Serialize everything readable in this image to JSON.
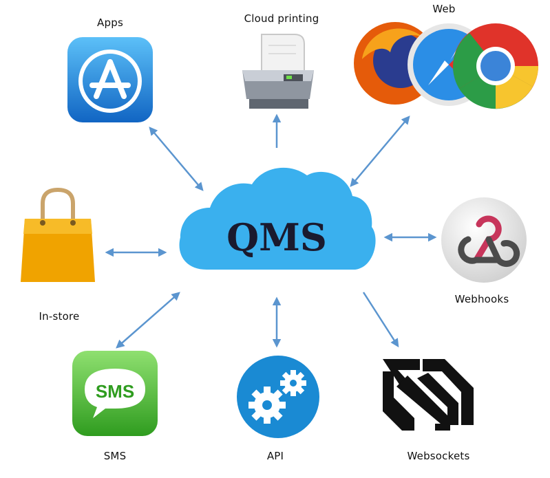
{
  "hub": {
    "label": "QMS"
  },
  "nodes": {
    "apps": "Apps",
    "cloud_printing": "Cloud printing",
    "web": "Web",
    "in_store": "In-store",
    "webhooks": "Webhooks",
    "sms": "SMS",
    "api": "API",
    "websockets": "Websockets"
  },
  "sms_icon_text": "SMS",
  "icons": {
    "apps": "app-store-icon",
    "cloud_printing": "printer-icon",
    "web": "browser-icons",
    "in_store": "shopping-bag-icon",
    "webhooks": "webhooks-icon",
    "sms": "sms-speech-bubble-icon",
    "api": "gears-icon",
    "websockets": "websocket-logo-icon"
  },
  "colors": {
    "cloud": "#3ab0ee",
    "arrow": "#5b95cf",
    "apps_blue": "#1e7fd8",
    "sms_green": "#3daa2a",
    "api_blue": "#1a8ad3",
    "bag_orange": "#f2a100"
  }
}
